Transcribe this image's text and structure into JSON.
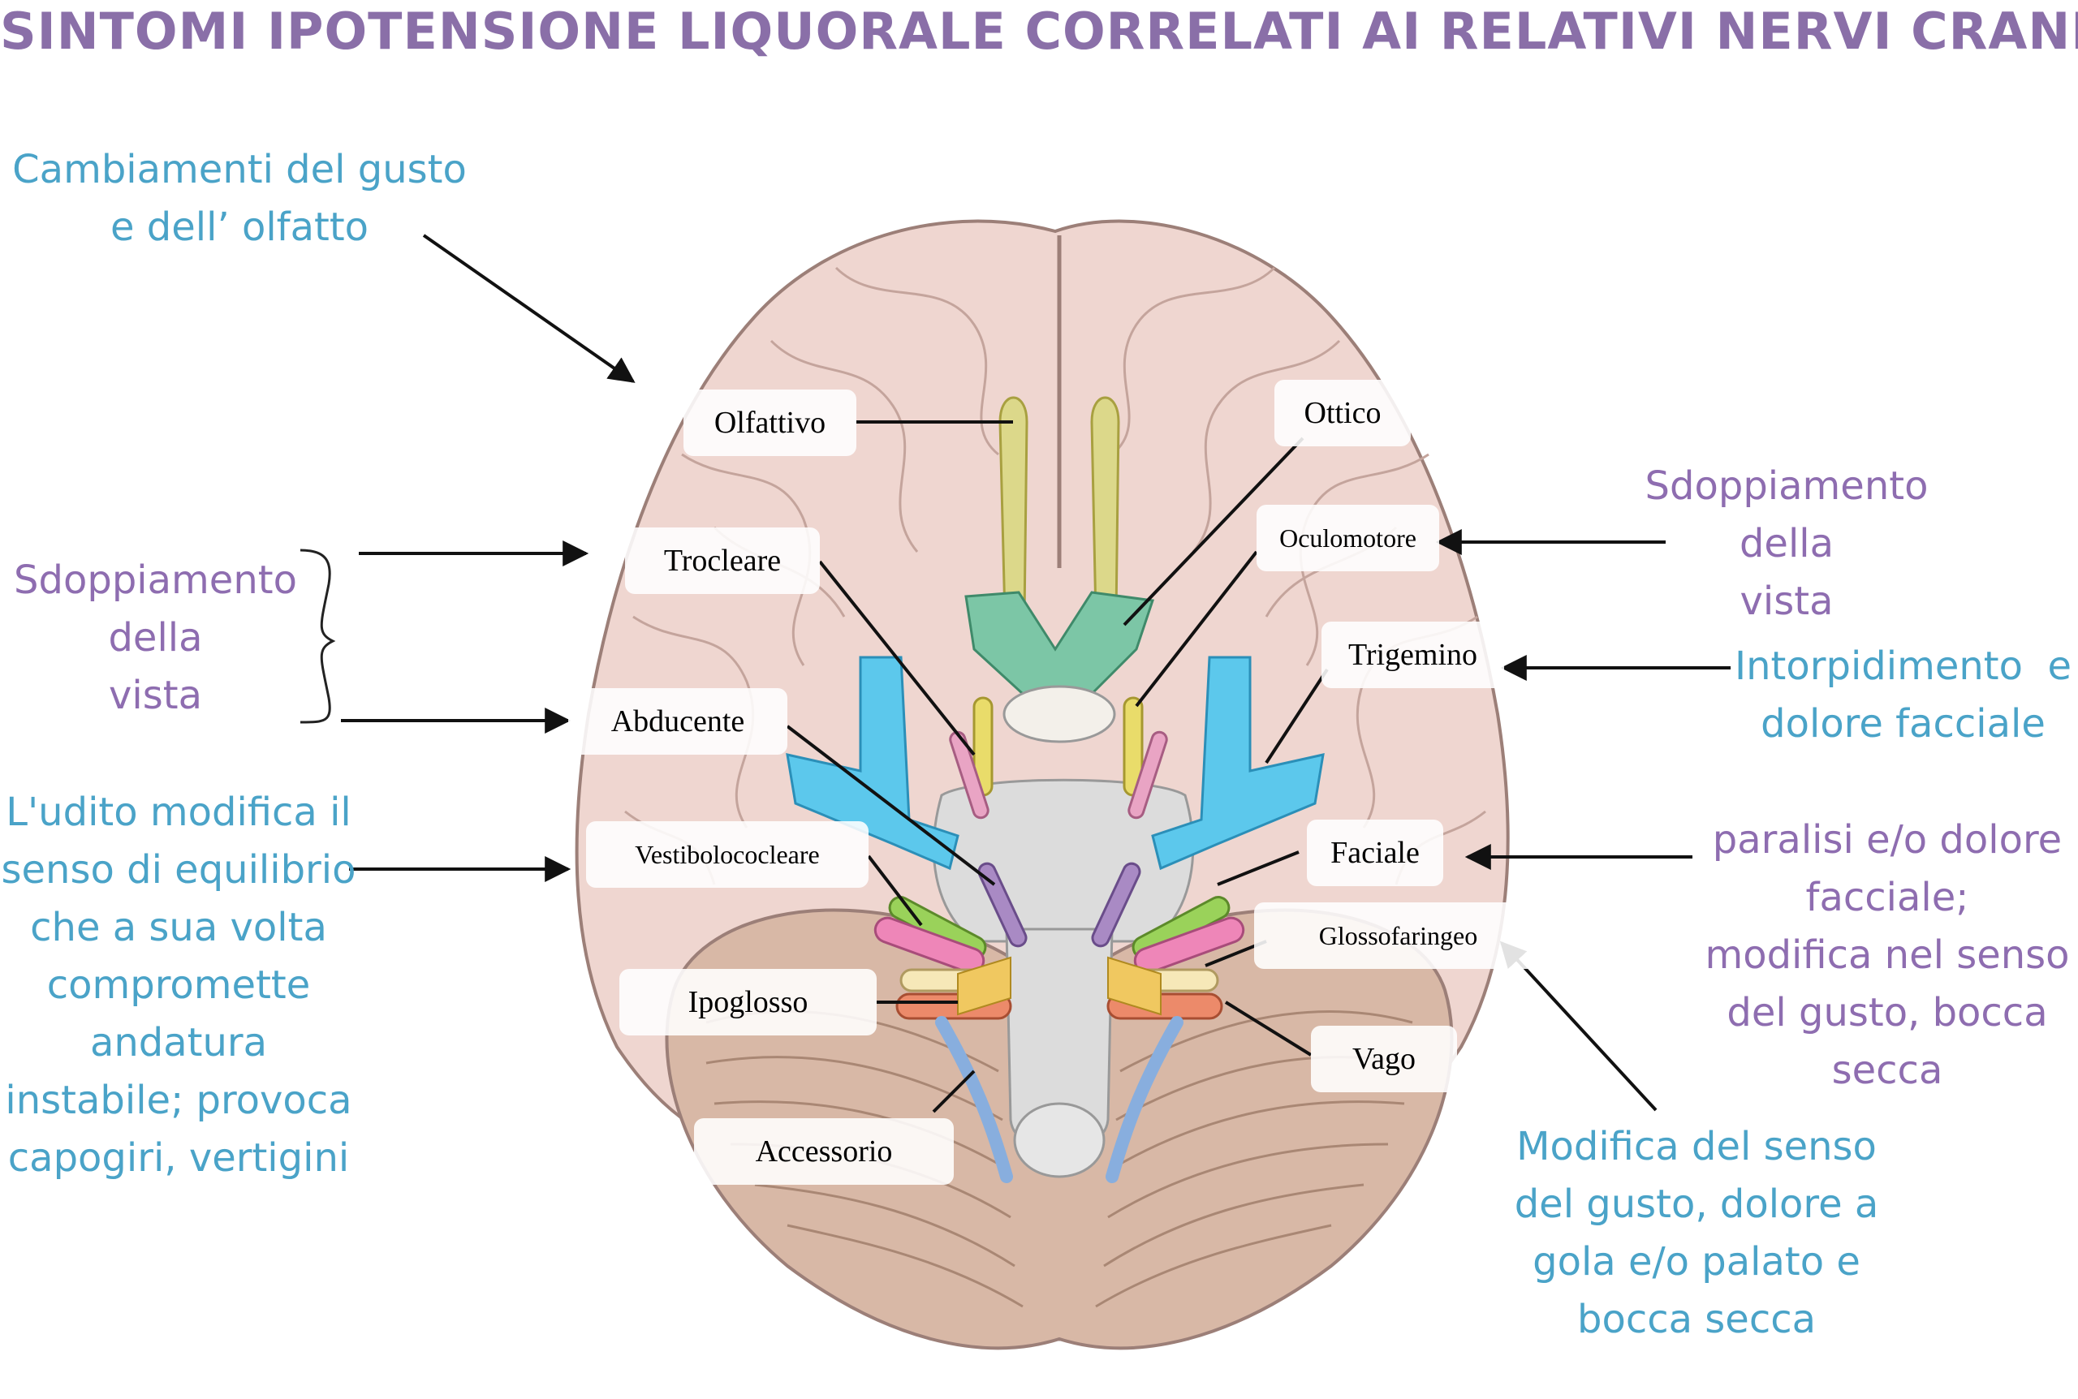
{
  "title": "SINTOMI IPOTENSIONE LIQUORALE CORRELATI AI RELATIVI NERVI CRANICI",
  "colors": {
    "title": "#8a6fa8",
    "symptom_blue": "#4aa3c8",
    "symptom_purple": "#8e6db0",
    "brain": "#efd6d0",
    "brain_outline": "#9c7f78",
    "cerebellum": "#d8b8a6",
    "brainstem": "#dcdcdc"
  },
  "nerves": {
    "olfattivo": "Olfattivo",
    "ottico": "Ottico",
    "oculomotore": "Oculomotore",
    "trocleare": "Trocleare",
    "trigemino": "Trigemino",
    "abducente": "Abducente",
    "faciale": "Faciale",
    "vestibolococleare": "Vestibolococleare",
    "glossofaringeo": "Glossofaringeo",
    "ipoglosso": "Ipoglosso",
    "vago": "Vago",
    "accessorio": "Accessorio"
  },
  "symptoms": {
    "gusto_olfatto": [
      "Cambiamenti del gusto",
      "e dell’ olfatto"
    ],
    "vista_left": [
      "Sdoppiamento",
      "della",
      "vista"
    ],
    "equilibrio": [
      "L'udito modifica il",
      "senso di equilibrio",
      "che a sua volta",
      "compromette",
      "andatura",
      "instabile; provoca",
      "capogiri, vertigini"
    ],
    "vista_right": [
      "Sdoppiamento",
      "della",
      "vista"
    ],
    "facciale": [
      "Intorpidimento  e",
      "dolore facciale"
    ],
    "paralisi": [
      "paralisi e/o dolore",
      "facciale;",
      "modifica nel senso",
      "del gusto, bocca",
      "secca"
    ],
    "gola": [
      "Modifica del senso",
      "del gusto, dolore a",
      "gola e/o palato e",
      "bocca secca"
    ]
  }
}
